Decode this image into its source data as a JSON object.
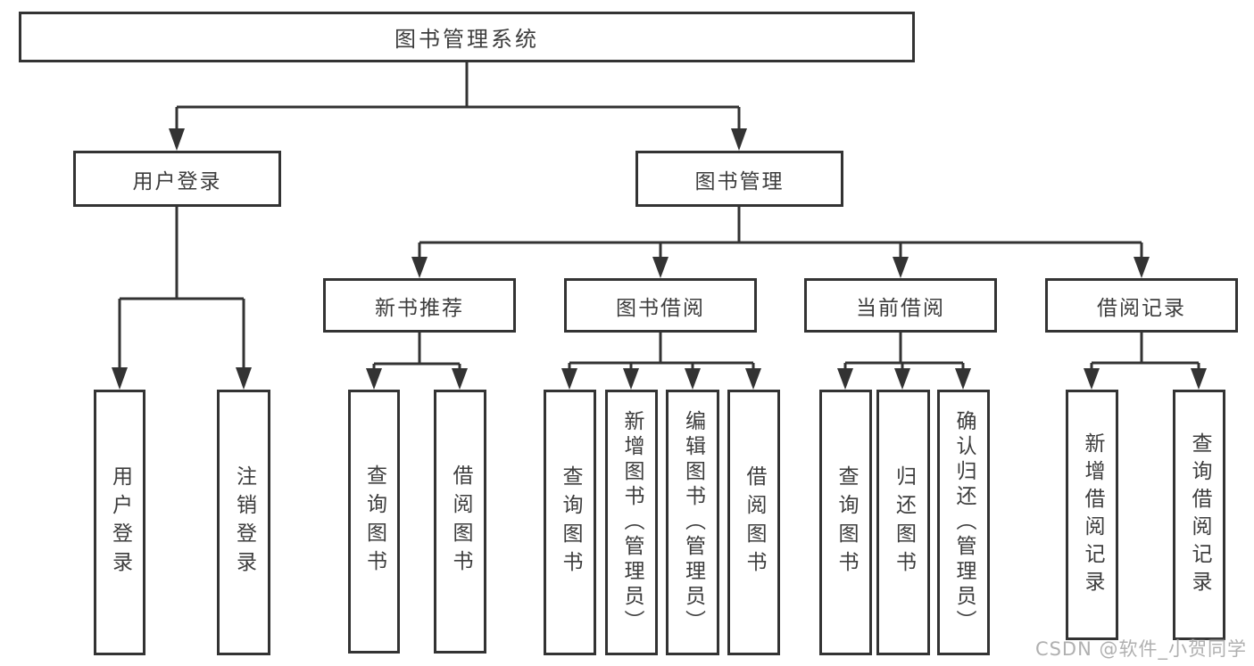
{
  "tree": {
    "root": {
      "label": "图书管理系统"
    },
    "branches": [
      {
        "label": "用户登录",
        "children": [
          {
            "label": "用户登录"
          },
          {
            "label": "注销登录"
          }
        ]
      },
      {
        "label": "图书管理",
        "children": [
          {
            "label": "新书推荐",
            "children": [
              {
                "label": "查询图书"
              },
              {
                "label": "借阅图书"
              }
            ]
          },
          {
            "label": "图书借阅",
            "children": [
              {
                "label": "查询图书"
              },
              {
                "label": "新增图书（管理员）"
              },
              {
                "label": "编辑图书（管理员）"
              },
              {
                "label": "借阅图书"
              }
            ]
          },
          {
            "label": "当前借阅",
            "children": [
              {
                "label": "查询图书"
              },
              {
                "label": "归还图书"
              },
              {
                "label": "确认归还（管理员）"
              }
            ]
          },
          {
            "label": "借阅记录",
            "children": [
              {
                "label": "新增借阅记录"
              },
              {
                "label": "查询借阅记录"
              }
            ]
          }
        ]
      }
    ]
  },
  "watermark": "CSDN @软件_小贺同学",
  "colors": {
    "line": "#333333",
    "text": "#3d3d3d",
    "box_background": "#ffffff",
    "watermark": "#b0b0b0"
  }
}
